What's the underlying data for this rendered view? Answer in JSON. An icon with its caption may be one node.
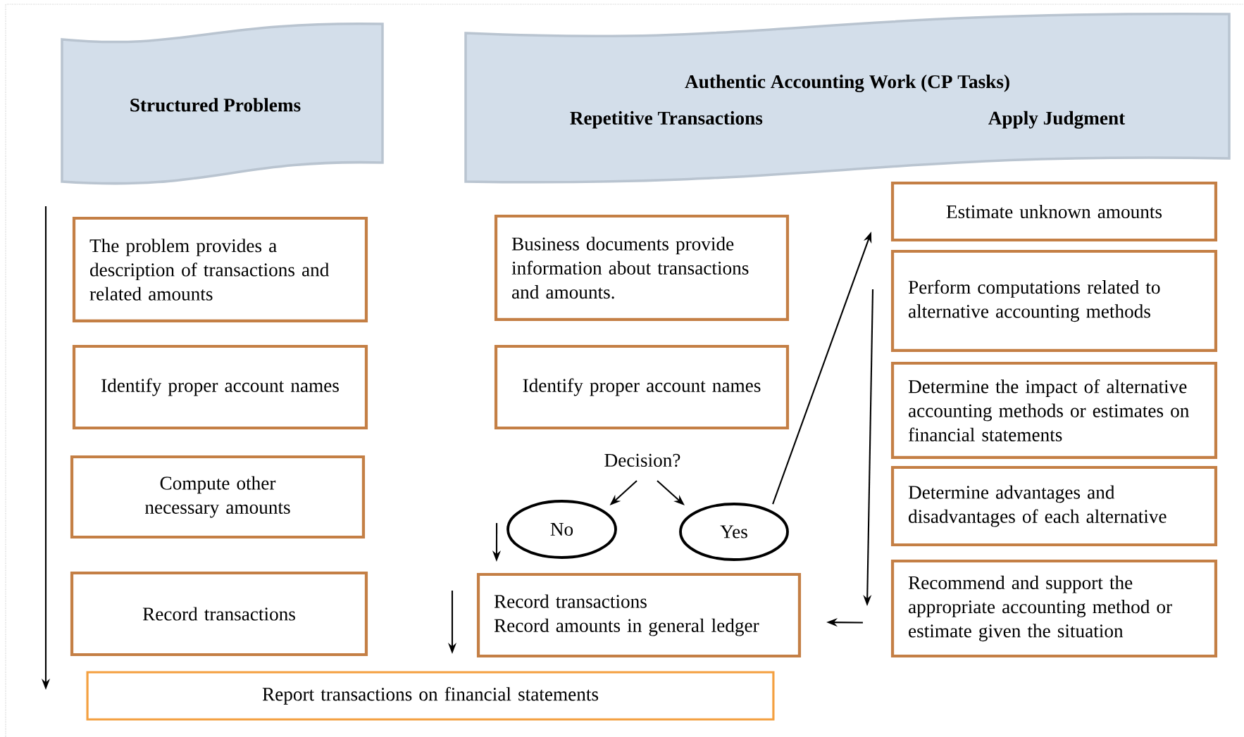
{
  "diagram": {
    "nodes": [
      {
        "text": [
          "Structured Problems"
        ]
      },
      {
        "text": [
          "Authentic Accounting Work (CP Tasks)",
          "Repetitive Transactions",
          "Apply Judgment"
        ]
      },
      {
        "text": [
          "The problem provides a description of transactions and related amounts"
        ]
      },
      {
        "text": [
          "Identify proper account names"
        ]
      },
      {
        "text": [
          "Compute other necessary amounts"
        ]
      },
      {
        "text": [
          "Record transactions"
        ]
      },
      {
        "text": [
          "Business documents provide information about transactions and amounts."
        ]
      },
      {
        "text": [
          "Identify proper account names"
        ]
      },
      {
        "text": [
          "Decision?"
        ]
      },
      {
        "text": [
          "No"
        ]
      },
      {
        "text": [
          "Yes"
        ]
      },
      {
        "text": [
          "Record transactions",
          "Record amounts in general ledger"
        ]
      },
      {
        "text": [
          "Estimate unknown amounts"
        ]
      },
      {
        "text": [
          "Perform computations related to alternative accounting methods"
        ]
      },
      {
        "text": [
          "Determine the impact of alternative accounting methods or estimates on financial statements"
        ]
      },
      {
        "text": [
          "Determine advantages and disadvantages of each alternative"
        ]
      },
      {
        "text": [
          "Recommend and support the appropriate accounting method or estimate given the situation"
        ]
      },
      {
        "text": [
          "Report transactions on financial statements"
        ]
      }
    ],
    "edges": [
      {
        "from": 8,
        "to": 9,
        "arrow": "to"
      },
      {
        "from": 8,
        "to": 10,
        "arrow": "to"
      },
      {
        "from": 10,
        "to": 12,
        "arrow": "to"
      },
      {
        "from": 9,
        "to": 11,
        "arrow": "to"
      },
      {
        "from": 16,
        "to": 11,
        "arrow": "to"
      }
    ]
  }
}
